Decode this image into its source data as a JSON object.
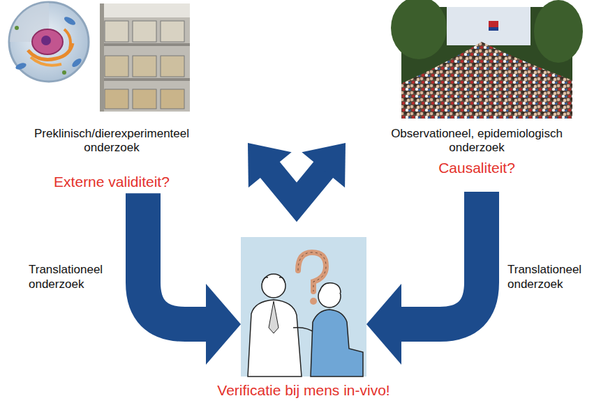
{
  "diagram": {
    "nodes": [
      {
        "text": [
          "Preklinisch/dierexperimenteel onderzoek",
          "Externe validiteit?"
        ]
      },
      {
        "text": [
          "Observationeel, epidemiologisch onderzoek",
          "Causaliteit?"
        ]
      },
      {
        "text": [
          "Verificatie bij mens in-vivo!"
        ]
      }
    ],
    "edges": [
      {
        "from": 0,
        "to": 1,
        "arrow": "both"
      },
      {
        "from": 0,
        "to": 2,
        "arrow": "to",
        "label": "Translationeel onderzoek"
      },
      {
        "from": 1,
        "to": 2,
        "arrow": "to",
        "label": "Translationeel onderzoek"
      }
    ]
  }
}
